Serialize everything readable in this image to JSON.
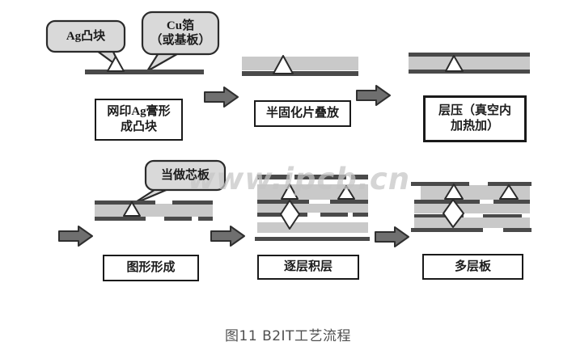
{
  "figure": {
    "caption": "图11 B2IT工艺流程",
    "watermark": "www.ipcb.cn"
  },
  "callouts": {
    "ag_bump": "Ag凸块",
    "cu_foil": {
      "line1": "Cu箔",
      "line2": "（或基板）"
    },
    "core_board": "当做芯板"
  },
  "steps": {
    "step1": {
      "line1": "网印Ag膏形",
      "line2": "成凸块"
    },
    "step2": {
      "line1": "半固化片叠放"
    },
    "step3": {
      "line1": "层压（真空内",
      "line2": "加热加）"
    },
    "step4": {
      "line1": "图形形成"
    },
    "step5": {
      "line1": "逐层积层"
    },
    "step6": {
      "line1": "多层板"
    }
  },
  "colors": {
    "bar_dark": "#4a4a4a",
    "layer_gray": "#c9c9c9",
    "arrow_fill": "#6f6f6f",
    "callout_fill": "#d9d9d9",
    "outline": "#2b2b2b",
    "caption_text": "#4f4f4f",
    "watermark_text": "#c6c6c6"
  }
}
